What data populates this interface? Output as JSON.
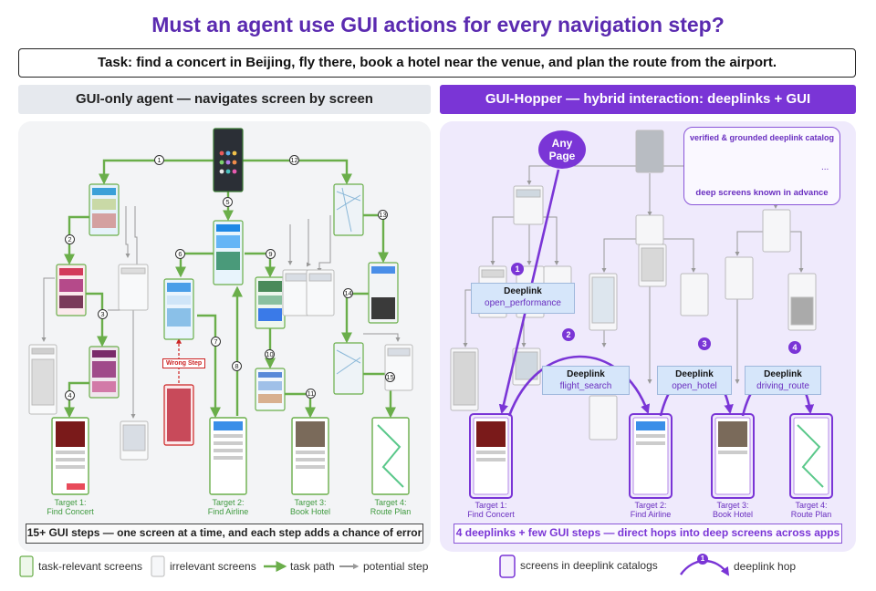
{
  "title": "Must an agent use GUI actions for every navigation step?",
  "task": "Task: find a concert in Beijing, fly there, book a hotel near the venue, and plan the route from the airport.",
  "left": {
    "header": "GUI-only agent — navigates screen by screen",
    "caption": "15+ GUI steps — one screen at a time, and each step adds a chance of error",
    "wrong_step": "Wrong Step",
    "targets": [
      {
        "line1": "Target 1:",
        "line2": "Find Concert"
      },
      {
        "line1": "Target 2:",
        "line2": "Find Airline"
      },
      {
        "line1": "Target 3:",
        "line2": "Book Hotel"
      },
      {
        "line1": "Target 4:",
        "line2": "Route Plan"
      }
    ],
    "step_numbers": [
      "1",
      "2",
      "3",
      "4",
      "5",
      "6",
      "7",
      "8",
      "9",
      "10",
      "11",
      "12",
      "13",
      "14",
      "15"
    ]
  },
  "right": {
    "header": "GUI-Hopper — hybrid interaction: deeplinks + GUI",
    "caption": "4 deeplinks + few GUI steps — direct hops into deep screens across apps",
    "any_page": {
      "line1": "Any",
      "line2": "Page"
    },
    "catalog": {
      "title": "verified & grounded deeplink catalog",
      "ellipsis": "...",
      "footer": "deep screens known in advance"
    },
    "deeplinks": [
      {
        "num": "1",
        "label": "Deeplink",
        "name": "open_performance"
      },
      {
        "num": "2",
        "label": "Deeplink",
        "name": "flight_search"
      },
      {
        "num": "3",
        "label": "Deeplink",
        "name": "open_hotel"
      },
      {
        "num": "4",
        "label": "Deeplink",
        "name": "driving_route"
      }
    ],
    "targets": [
      {
        "line1": "Target 1:",
        "line2": "Find Concert"
      },
      {
        "line1": "Target 2:",
        "line2": "Find Airline"
      },
      {
        "line1": "Target 3:",
        "line2": "Book Hotel"
      },
      {
        "line1": "Target 4:",
        "line2": "Route Plan"
      }
    ]
  },
  "legend": {
    "task_relevant": "task-relevant screens",
    "irrelevant": "irrelevant screens",
    "task_path": "task path",
    "potential_step": "potential step",
    "catalog_screens": "screens in deeplink catalogs",
    "hop_num": "1",
    "deeplink_hop": "deeplink hop"
  },
  "colors": {
    "purple": "#7a35d6",
    "green": "#6aae4a",
    "gray": "#888888",
    "red": "#cc2222"
  }
}
